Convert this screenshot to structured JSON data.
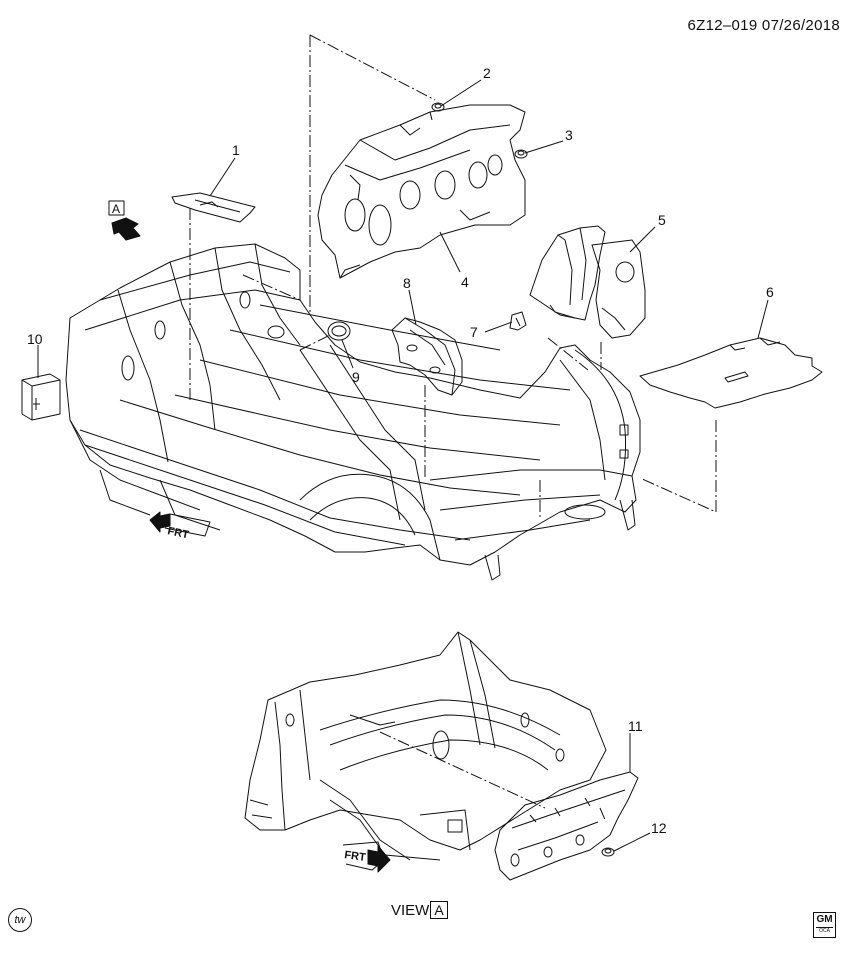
{
  "header": {
    "doc_id": "6Z12–019  07/26/2018"
  },
  "view": {
    "prefix": "VIEW",
    "letter": "A"
  },
  "marker_a": "A",
  "frt_label": "FRT",
  "callouts": [
    "1",
    "2",
    "3",
    "4",
    "5",
    "6",
    "7",
    "8",
    "9",
    "10",
    "11",
    "12"
  ],
  "logos": {
    "tw": "tw",
    "gm_top": "GM",
    "gm_bottom": "OCA"
  }
}
